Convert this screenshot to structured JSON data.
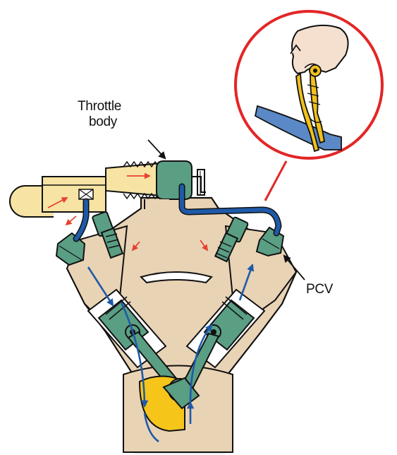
{
  "labels": {
    "throttle_line1": "Throttle",
    "throttle_line2": "body",
    "pcv": "PCV"
  },
  "colors": {
    "engine_block": "#e9d3b5",
    "valve_green": "#5a9e84",
    "hose_blue": "#1f5aa8",
    "flow_arrow_blue": "#1f5aa8",
    "flow_arrow_red": "#e8402f",
    "oil_yellow": "#f5c51a",
    "throttle_yellow": "#f7e3a3",
    "inset_circle": "#e32626",
    "clamp_yellow": "#f2c01a",
    "hand_skin": "#f5e0cf"
  },
  "icons": [
    "pcv-valve-icon",
    "throttle-body-icon",
    "pinch-clamp-icon",
    "hand-icon"
  ]
}
